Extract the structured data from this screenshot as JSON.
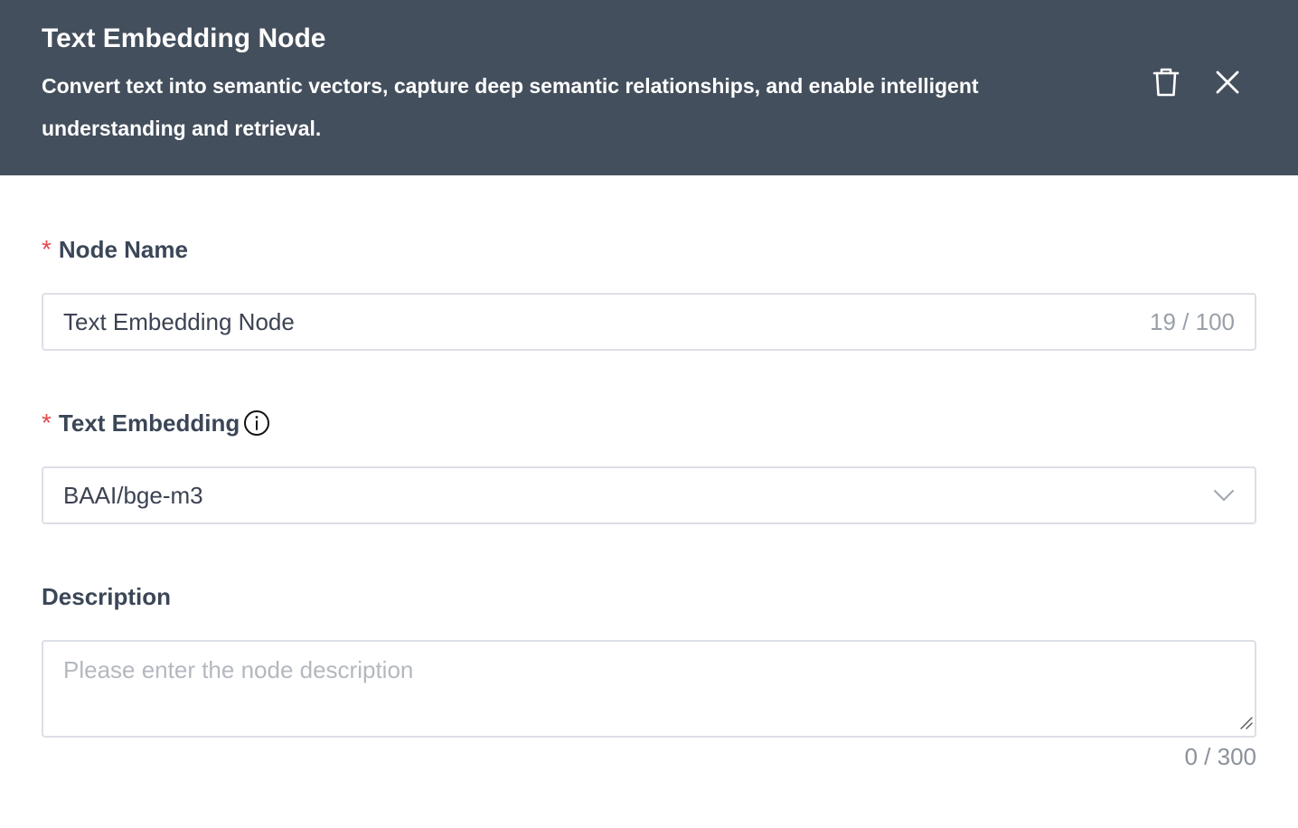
{
  "header": {
    "title": "Text Embedding Node",
    "description": "Convert text into semantic vectors, capture deep semantic relationships, and enable intelligent understanding and retrieval.",
    "delete_icon": "trash-icon",
    "close_icon": "close-icon"
  },
  "form": {
    "node_name": {
      "required_mark": "*",
      "label": "Node Name",
      "value": "Text Embedding Node",
      "counter": "19 / 100"
    },
    "text_embedding": {
      "required_mark": "*",
      "label": "Text Embedding",
      "info_icon": "info-circle-icon",
      "selected": "BAAI/bge-m3",
      "dropdown_icon": "chevron-down-icon"
    },
    "description": {
      "label": "Description",
      "placeholder": "Please enter the node description",
      "counter": "0 / 300"
    }
  },
  "colors": {
    "header_bg": "#444f5d",
    "required": "#e5484d",
    "border": "#dcdfe6"
  }
}
